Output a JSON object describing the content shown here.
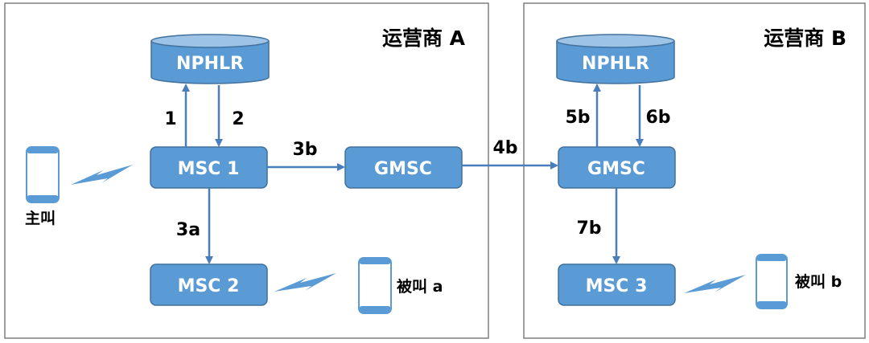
{
  "operators": {
    "a": {
      "title": "运营商 A"
    },
    "b": {
      "title": "运营商 B"
    }
  },
  "nodes": {
    "nphlr_a": "NPHLR",
    "msc1": "MSC 1",
    "msc2": "MSC 2",
    "gmsc_a": "GMSC",
    "nphlr_b": "NPHLR",
    "gmsc_b": "GMSC",
    "msc3": "MSC 3"
  },
  "edges": {
    "e1": "1",
    "e2": "2",
    "e3a": "3a",
    "e3b": "3b",
    "e4b": "4b",
    "e5b": "5b",
    "e6b": "6b",
    "e7b": "7b"
  },
  "phones": {
    "caller": "主叫",
    "callee_a": "被叫 a",
    "callee_b": "被叫 b"
  },
  "colors": {
    "box_fill": "#5b9bd5",
    "box_stroke": "#41719c",
    "cylinder_top": "#9dc3e6",
    "arrow": "#4a7ebb",
    "border": "#7f7f7f",
    "lightning": "#5b9bd5"
  }
}
